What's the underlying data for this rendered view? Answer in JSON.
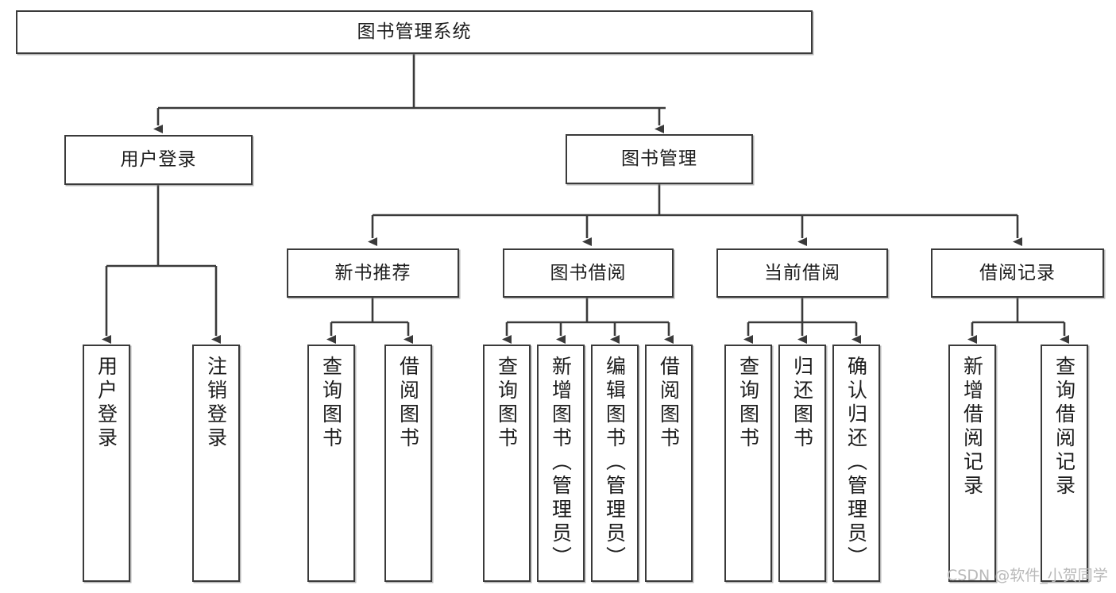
{
  "diagram": {
    "title": "图书管理系统",
    "type": "tree-hierarchy-diagram",
    "watermark": "CSDN @软件_小贺同学",
    "theme": {
      "background": "#ffffff",
      "box_border": "#3a3a3a",
      "box_fill": "#ffffff",
      "line": "#3a3a3a",
      "text": "#1d1d1d",
      "watermark_color": "#b9b9b9"
    },
    "root": {
      "label": "图书管理系统"
    },
    "level1": [
      {
        "label": "用户登录"
      },
      {
        "label": "图书管理"
      }
    ],
    "level2": [
      {
        "label": "新书推荐"
      },
      {
        "label": "图书借阅"
      },
      {
        "label": "当前借阅"
      },
      {
        "label": "借阅记录"
      }
    ],
    "leaves": {
      "user_login": [
        {
          "label": "用户登录"
        },
        {
          "label": "注销登录"
        }
      ],
      "new_book_recommend": [
        {
          "label": "查询图书"
        },
        {
          "label": "借阅图书"
        }
      ],
      "book_borrow": [
        {
          "label": "查询图书"
        },
        {
          "label": "新增图书（管理员）"
        },
        {
          "label": "编辑图书（管理员）"
        },
        {
          "label": "借阅图书"
        }
      ],
      "current_borrow": [
        {
          "label": "查询图书"
        },
        {
          "label": "归还图书"
        },
        {
          "label": "确认归还（管理员）"
        }
      ],
      "borrow_record": [
        {
          "label": "新增借阅记录"
        },
        {
          "label": "查询借阅记录"
        }
      ]
    }
  }
}
